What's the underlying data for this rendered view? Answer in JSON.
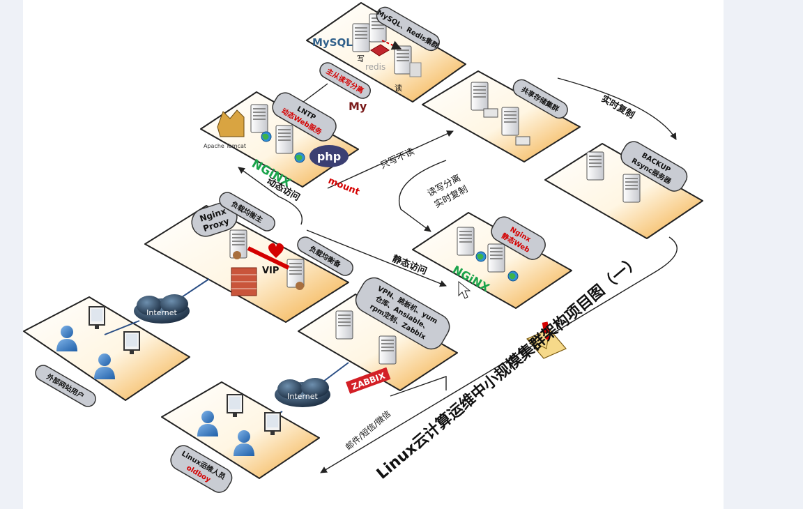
{
  "title": "Linux云计算运维中小规模集群架构项目图（一）",
  "clusters": {
    "db": {
      "label": "MySQL、Redis集群",
      "write": "写",
      "read": "读",
      "badge": "主从读写分离",
      "mysql_logo": "MySQL",
      "redis_logo": "redis",
      "my_text": "My"
    },
    "dynamic_web": {
      "label_line1": "LNTP",
      "label_line2": "动态Web服务",
      "tomcat": "Apache Tomcat",
      "nginx_logo": "NGiNX",
      "php_logo": "php"
    },
    "storage": {
      "label": "共享存储集群"
    },
    "backup": {
      "label_line1": "BACKUP",
      "label_line2": "Rsync服务器"
    },
    "lb": {
      "label_line1": "Nginx",
      "label_line2": "Proxy",
      "master": "负载均衡主",
      "backup": "负载均衡备",
      "vip": "VIP"
    },
    "static_web": {
      "label_line1": "Nginx",
      "label_line2": "静态Web",
      "nginx_logo": "NGiNX"
    },
    "ops": {
      "label_line1": "VPN、跳板机、yum",
      "label_line2": "仓库、Ansiable、",
      "label_line3": "rpm定制、Zabbix",
      "zabbix_logo": "ZABBIX"
    },
    "external_users": {
      "label": "外部网站用户"
    },
    "ops_staff": {
      "label_line1": "Linux运维人员",
      "label_line2": "oldboy"
    }
  },
  "links": {
    "dynamic": "动态访问",
    "static": "静态访问",
    "mount": "mount",
    "write_only": "只写不读",
    "rw_split_line1": "读写分离",
    "rw_split_line2": "实时复制",
    "realtime_copy": "实时复制",
    "notify": "邮件/短信/微信",
    "internet": "Internet"
  },
  "colors": {
    "platform_edge": "#f2a93b",
    "platform_top": "#ffffff",
    "pill_fill": "#c9ccd3",
    "red": "#d40000",
    "nginx_green": "#19a34a"
  }
}
